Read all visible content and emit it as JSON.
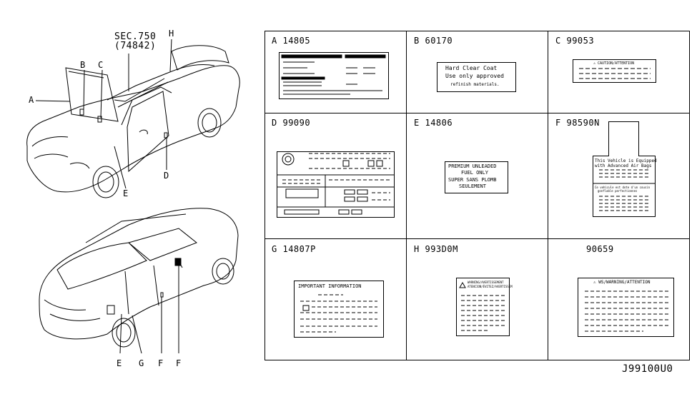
{
  "section_ref": {
    "line1": "SEC.750",
    "line2": "(74842)"
  },
  "car_front_callouts": [
    "A",
    "B",
    "C",
    "D",
    "E",
    "H"
  ],
  "car_rear_callouts": [
    "E",
    "G",
    "F",
    "F"
  ],
  "cells": [
    {
      "id": "A",
      "part": "14805"
    },
    {
      "id": "B",
      "part": "60170"
    },
    {
      "id": "C",
      "part": "99053"
    },
    {
      "id": "D",
      "part": "99090"
    },
    {
      "id": "E",
      "part": "14806"
    },
    {
      "id": "F",
      "part": "98590N"
    },
    {
      "id": "G",
      "part": "14807P"
    },
    {
      "id": "H",
      "part": "993D0M"
    },
    {
      "id": "",
      "part": "90659"
    }
  ],
  "label_b": {
    "line1": "Hard Clear Coat",
    "line2": "Use only approved",
    "line3": "refinish materials."
  },
  "label_c": {
    "caution": "⚠ CAUTION/ATTENTION"
  },
  "label_e": {
    "line1": "PREMIUM UNLEADED",
    "line2": "FUEL ONLY",
    "line3": "SUPER SANS PLOMB",
    "line4": "SEULEMENT"
  },
  "label_f": {
    "line1": "This Vehicle is Equipped",
    "line2": "with Advanced Air Bags",
    "line3": "Ce vehicule est dote d'un cousin",
    "line4": "gonflable perfectionnes"
  },
  "label_g": {
    "title": "IMPORTANT INFORMATION"
  },
  "label_h": {
    "title": "WARNING/AVERTISSEMENT",
    "subtitle": "ATENCION/ÉVITEZ/AVERTISSEM"
  },
  "label_9": {
    "title": "⚠ WS/WARNING/ATTENTION"
  },
  "diagram_code": "J99100U0"
}
